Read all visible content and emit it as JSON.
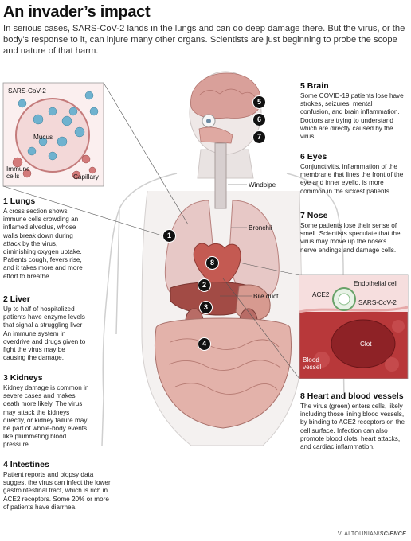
{
  "header": {
    "title": "An invader’s impact",
    "intro": "In serious cases, SARS-CoV-2 lands in the lungs and can do deep damage there. But the virus, or the body’s response to it, can injure many other organs. Scientists are just beginning to probe the scope and nature of that harm."
  },
  "sections": [
    {
      "num": "1",
      "title": "Lungs",
      "text": "A cross section shows immune cells crowding an inflamed alveolus, whose walls break down during attack by the virus, diminishing oxygen uptake. Patients cough, fevers rise, and it takes more and more effort to breathe."
    },
    {
      "num": "2",
      "title": "Liver",
      "text": "Up to half of hospitalized patients have enzyme levels that signal a struggling liver An immune system in overdrive and drugs given to fight the virus may be causing the damage."
    },
    {
      "num": "3",
      "title": "Kidneys",
      "text": "Kidney damage is common in severe cases and makes death more likely. The virus may attack the kidneys directly, or kidney failure may be part of whole-body events like plummeting blood pressure."
    },
    {
      "num": "4",
      "title": "Intestines",
      "text": "Patient reports and biopsy data suggest the virus can infect the lower gastrointestinal tract, which is rich in ACE2 receptors. Some 20% or more of patients have diarrhea."
    },
    {
      "num": "5",
      "title": "Brain",
      "text": "Some COVID-19 patients lose have strokes, seizures, mental confusion, and brain inflammation. Doctors are trying to understand which are directly caused by the virus."
    },
    {
      "num": "6",
      "title": "Eyes",
      "text": "Conjunctivitis, inflammation of the membrane that lines the front of the eye and inner eyelid, is more common in the sickest patients."
    },
    {
      "num": "7",
      "title": "Nose",
      "text": "Some patients lose their sense of smell. Scientists speculate that the virus may move up the nose’s nerve endings and damage cells."
    },
    {
      "num": "8",
      "title": "Heart and blood vessels",
      "text": "The virus (green) enters cells, likely including those lining blood vessels, by binding to ACE2 receptors on the cell surface. Infection can also promote blood clots, heart attacks, and cardiac inflammation."
    }
  ],
  "labels": {
    "sars_cov_2": "SARS-CoV-2",
    "mucus": "Mucus",
    "immune_cells_1": "Immune",
    "immune_cells_2": "cells",
    "capillary": "Capillary",
    "windpipe": "Windpipe",
    "bronchii": "Bronchii",
    "bile_duct": "Bile duct",
    "endothelial_cell": "Endothelial cell",
    "ace2": "ACE2",
    "sars_cov_2_heart": "SARS-CoV-2",
    "clot": "Clot",
    "blood_vessel_1": "Blood",
    "blood_vessel_2": "vessel"
  },
  "markers": [
    "1",
    "2",
    "3",
    "4",
    "5",
    "6",
    "7",
    "8"
  ],
  "credit": {
    "author": "V. ALTOUNIAN/",
    "source": "SCIENCE"
  },
  "colors": {
    "organ_red": "#c96a63",
    "virus_blue": "#6fb2cf",
    "vessel_red": "#b8383a",
    "body_outline": "#c8c8c8"
  }
}
